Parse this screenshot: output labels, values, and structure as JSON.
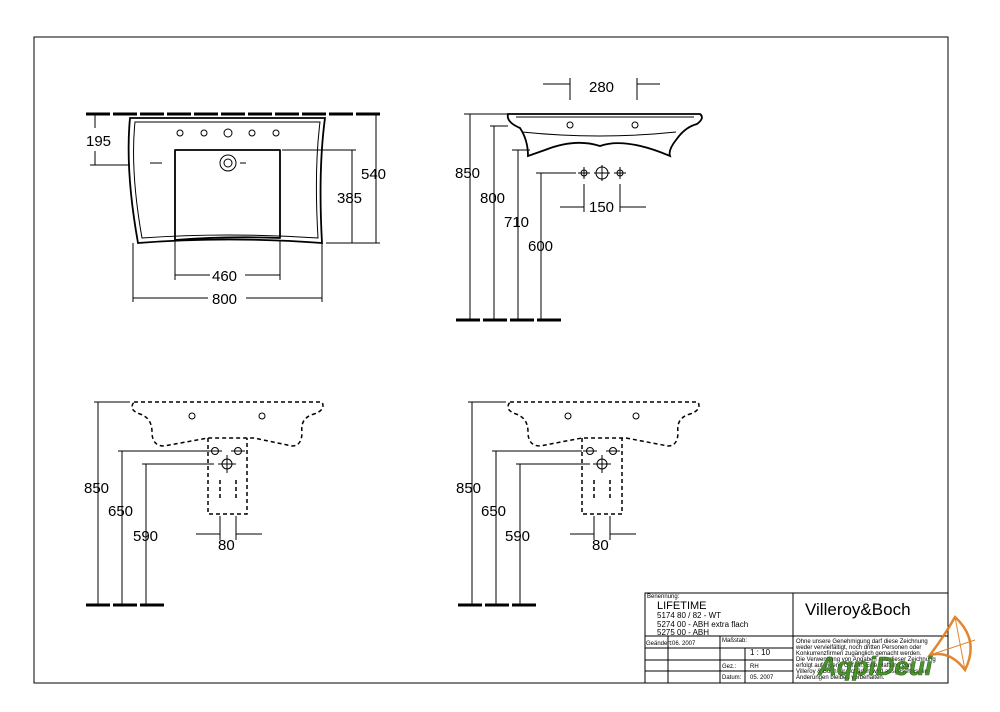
{
  "views": {
    "top": {
      "d195": "195",
      "d540": "540",
      "d385": "385",
      "d460": "460",
      "d800": "800"
    },
    "side": {
      "d280": "280",
      "d850": "850",
      "d800": "800",
      "d710": "710",
      "d600": "600",
      "d150": "150"
    },
    "front_left": {
      "d850": "850",
      "d650": "650",
      "d590": "590",
      "d80": "80"
    },
    "front_right": {
      "d850": "850",
      "d650": "650",
      "d590": "590",
      "d80": "80"
    }
  },
  "title_block": {
    "benennung_label": "Benennung:",
    "product": "LIFETIME",
    "line1": "5174 80 / 82 - WT",
    "line2": "5274 00 - ABH extra flach",
    "line3": "5275 00 - ABH",
    "brand": "Villeroy&Boch",
    "geaendert_label": "Geändert:",
    "geaendert_value": "06. 2007",
    "massstab_label": "Maßstab:",
    "massstab_value": "1 : 10",
    "gez_label": "Gez.:",
    "gez_value": "RH",
    "datum_label": "Datum:",
    "datum_value": "05. 2007",
    "notice": [
      "Ohne unsere Genehmigung darf diese Zeichnung",
      "weder vervielfältigt, noch dritten Personen oder",
      "Konkurrenzfirmen zugänglich gemacht werden.",
      "Die Verwendung von Angaben aus dieser Zeichnung",
      "erfolgt auf eigene Gefahr. Eine Haftung von",
      "Villeroy & Boch für Schäden wird ausgeschlossen.",
      "Änderungen bleiben vorbehalten."
    ]
  },
  "watermark": "AqpiDeui",
  "colors": {
    "line": "#000000",
    "watermark_green": "#3a8a1a",
    "watermark_orange": "#e07a1a"
  }
}
